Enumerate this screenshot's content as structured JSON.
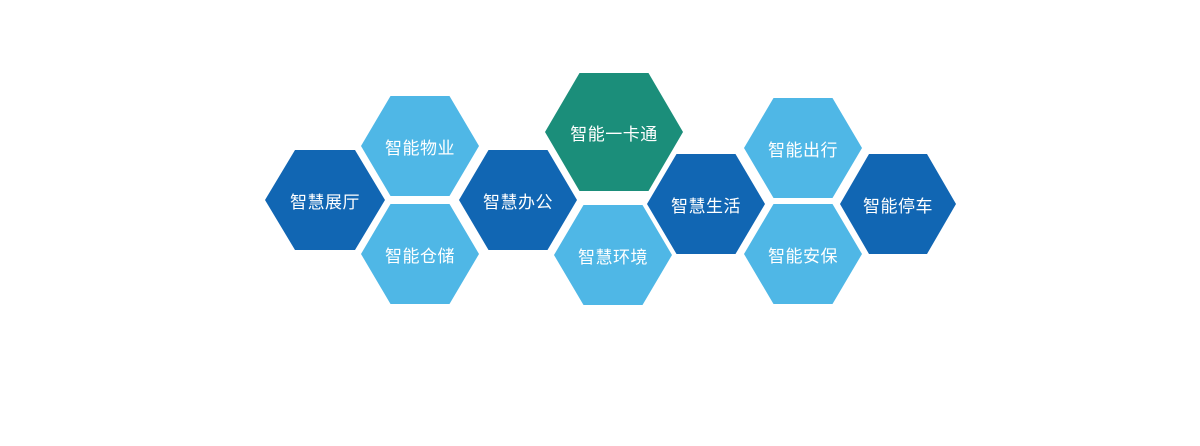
{
  "tiles": {
    "zhanting": "智慧展厅",
    "wuye": "智能物业",
    "cangchu": "智能仓储",
    "bangong": "智慧办公",
    "yikatong": "智能一卡通",
    "huanjing": "智慧环境",
    "shenghuo": "智慧生活",
    "chuxing": "智能出行",
    "anbao": "智能安保",
    "tingche": "智能停车"
  },
  "colors": {
    "light_blue": "#4fb7e6",
    "dark_blue": "#1166b3",
    "green": "#1b8e7a",
    "text": "#ffffff",
    "background": "#ffffff"
  }
}
